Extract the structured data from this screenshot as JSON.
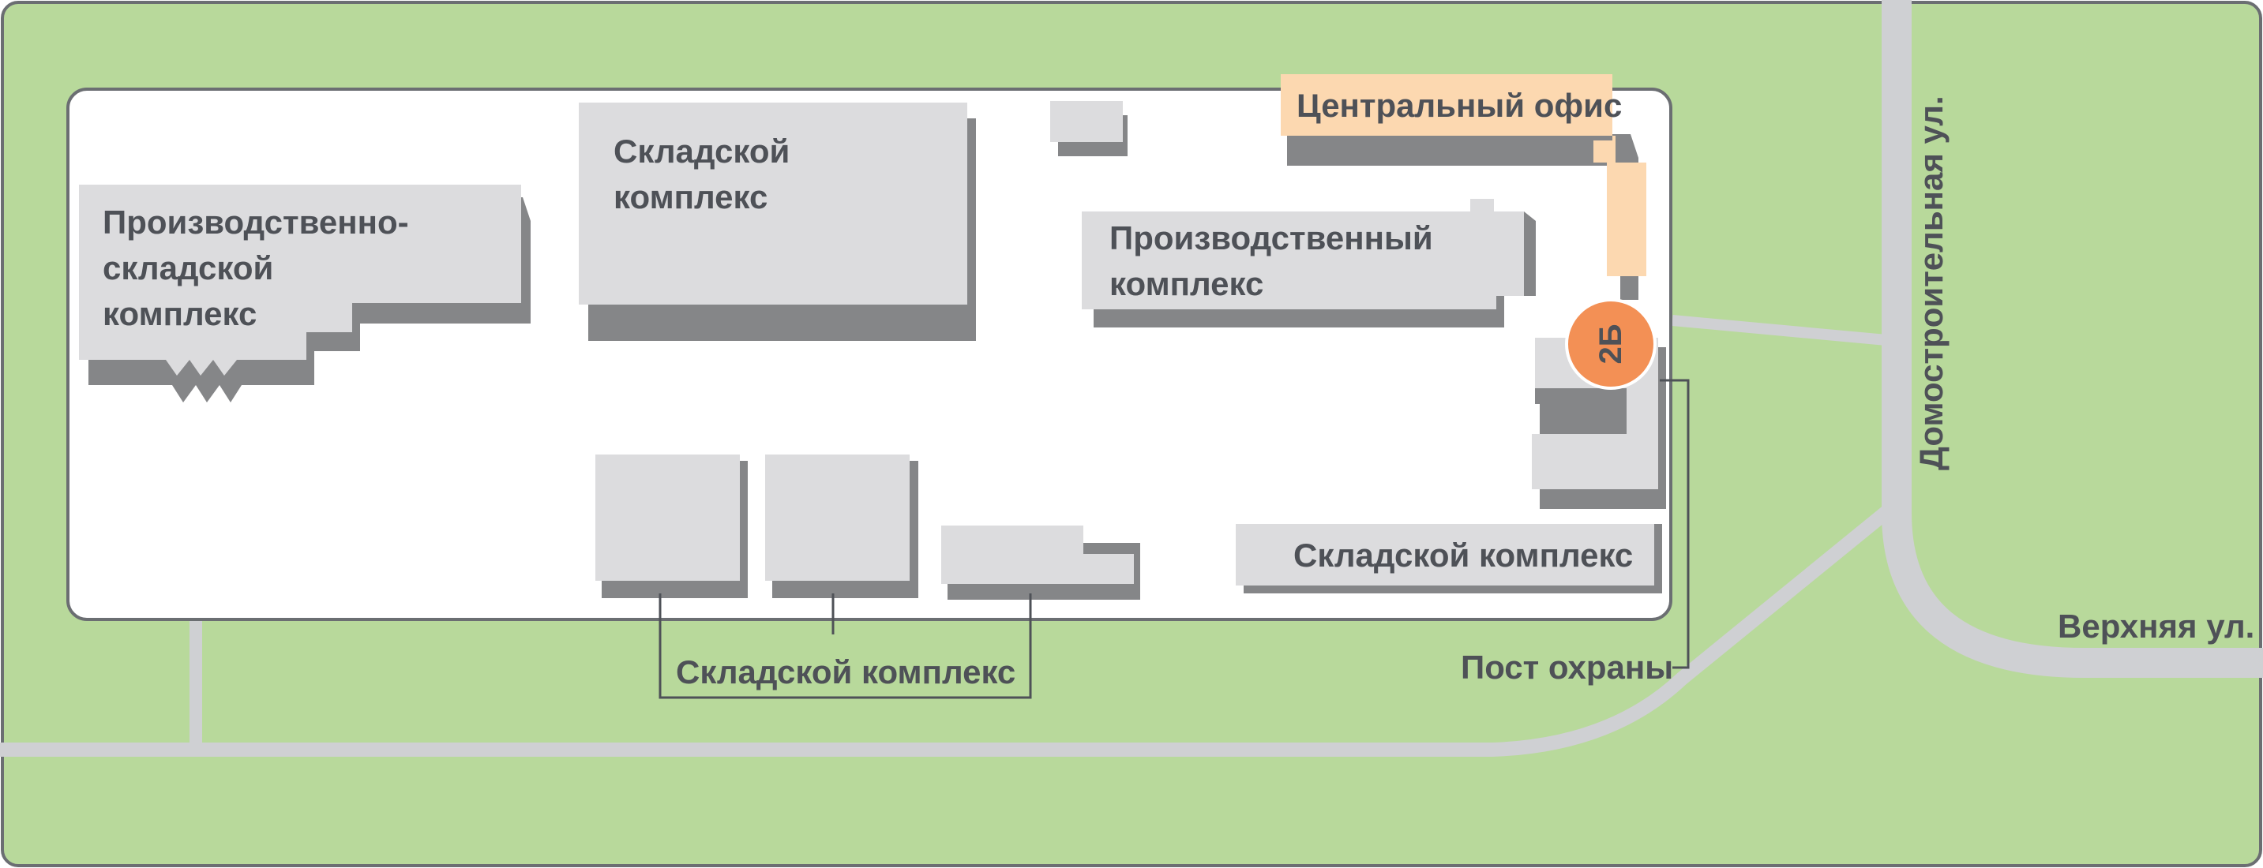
{
  "labels": {
    "central_office": "Центральный офис",
    "warehouse_top_line1": "Складской",
    "warehouse_top_line2": "комплекс",
    "prod_warehouse_line1": "Производственно-",
    "prod_warehouse_line2": "складской",
    "prod_warehouse_line3": "комплекс",
    "production_line1": "Производственный",
    "production_line2": "комплекс",
    "warehouse_right": "Складской комплекс",
    "warehouse_bottom": "Складской комплекс",
    "security_post": "Пост охраны",
    "badge": "2Б"
  },
  "streets": {
    "domostroitelnaya": "Домостроительная ул.",
    "verkhnyaya": "Верхняя ул."
  },
  "colors": {
    "grass": "#b8d99b",
    "road": "#cfd0d3",
    "compound": "#ffffff",
    "building": "#dcdcde",
    "shadow": "#858688",
    "office": "#fcd8b0",
    "badge": "#f39055",
    "text": "#4e5157"
  }
}
